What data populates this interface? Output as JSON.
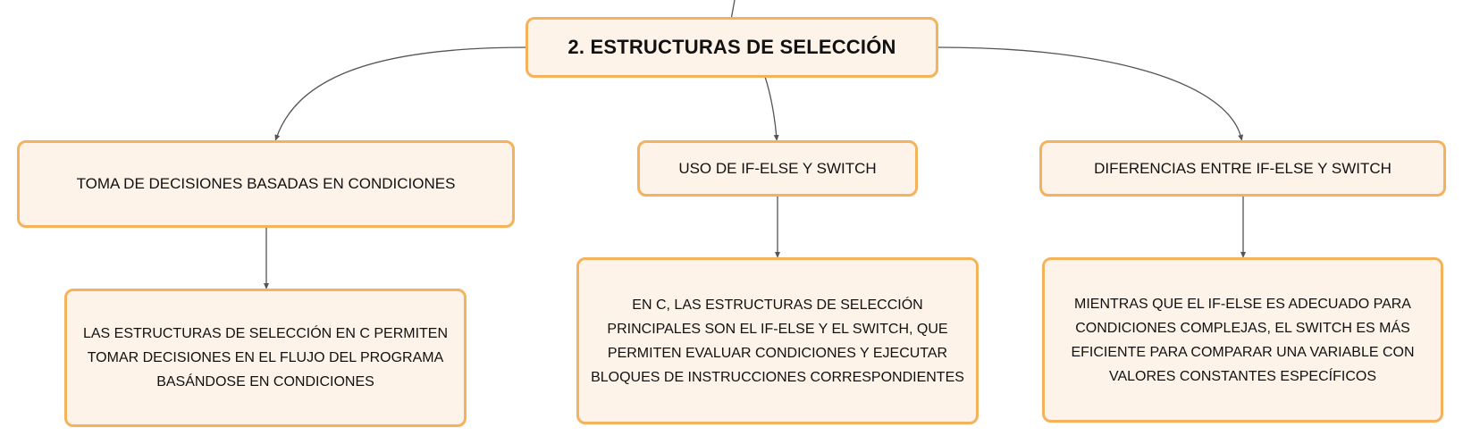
{
  "root": {
    "label": "2. ESTRUCTURAS DE SELECCIÓN"
  },
  "branches": [
    {
      "label": "TOMA DE DECISIONES BASADAS EN CONDICIONES",
      "detail_lines": [
        "LAS ESTRUCTURAS DE SELECCIÓN EN C PERMITEN",
        "TOMAR DECISIONES EN EL FLUJO DEL PROGRAMA",
        "BASÁNDOSE EN CONDICIONES"
      ]
    },
    {
      "label": "USO DE IF-ELSE Y SWITCH",
      "detail_lines": [
        "EN C, LAS ESTRUCTURAS DE SELECCIÓN",
        "PRINCIPALES SON EL IF-ELSE Y EL SWITCH, QUE",
        "PERMITEN EVALUAR CONDICIONES Y EJECUTAR",
        "BLOQUES DE INSTRUCCIONES CORRESPONDIENTES"
      ]
    },
    {
      "label": "DIFERENCIAS ENTRE IF-ELSE Y SWITCH",
      "detail_lines": [
        "MIENTRAS QUE EL IF-ELSE ES ADECUADO PARA",
        "CONDICIONES COMPLEJAS, EL SWITCH ES MÁS",
        "EFICIENTE PARA COMPARAR UNA VARIABLE CON",
        "VALORES CONSTANTES ESPECÍFICOS"
      ]
    }
  ],
  "colors": {
    "node_fill": "#fdf3e9",
    "node_border": "#f4b25d",
    "connector": "#555555"
  }
}
